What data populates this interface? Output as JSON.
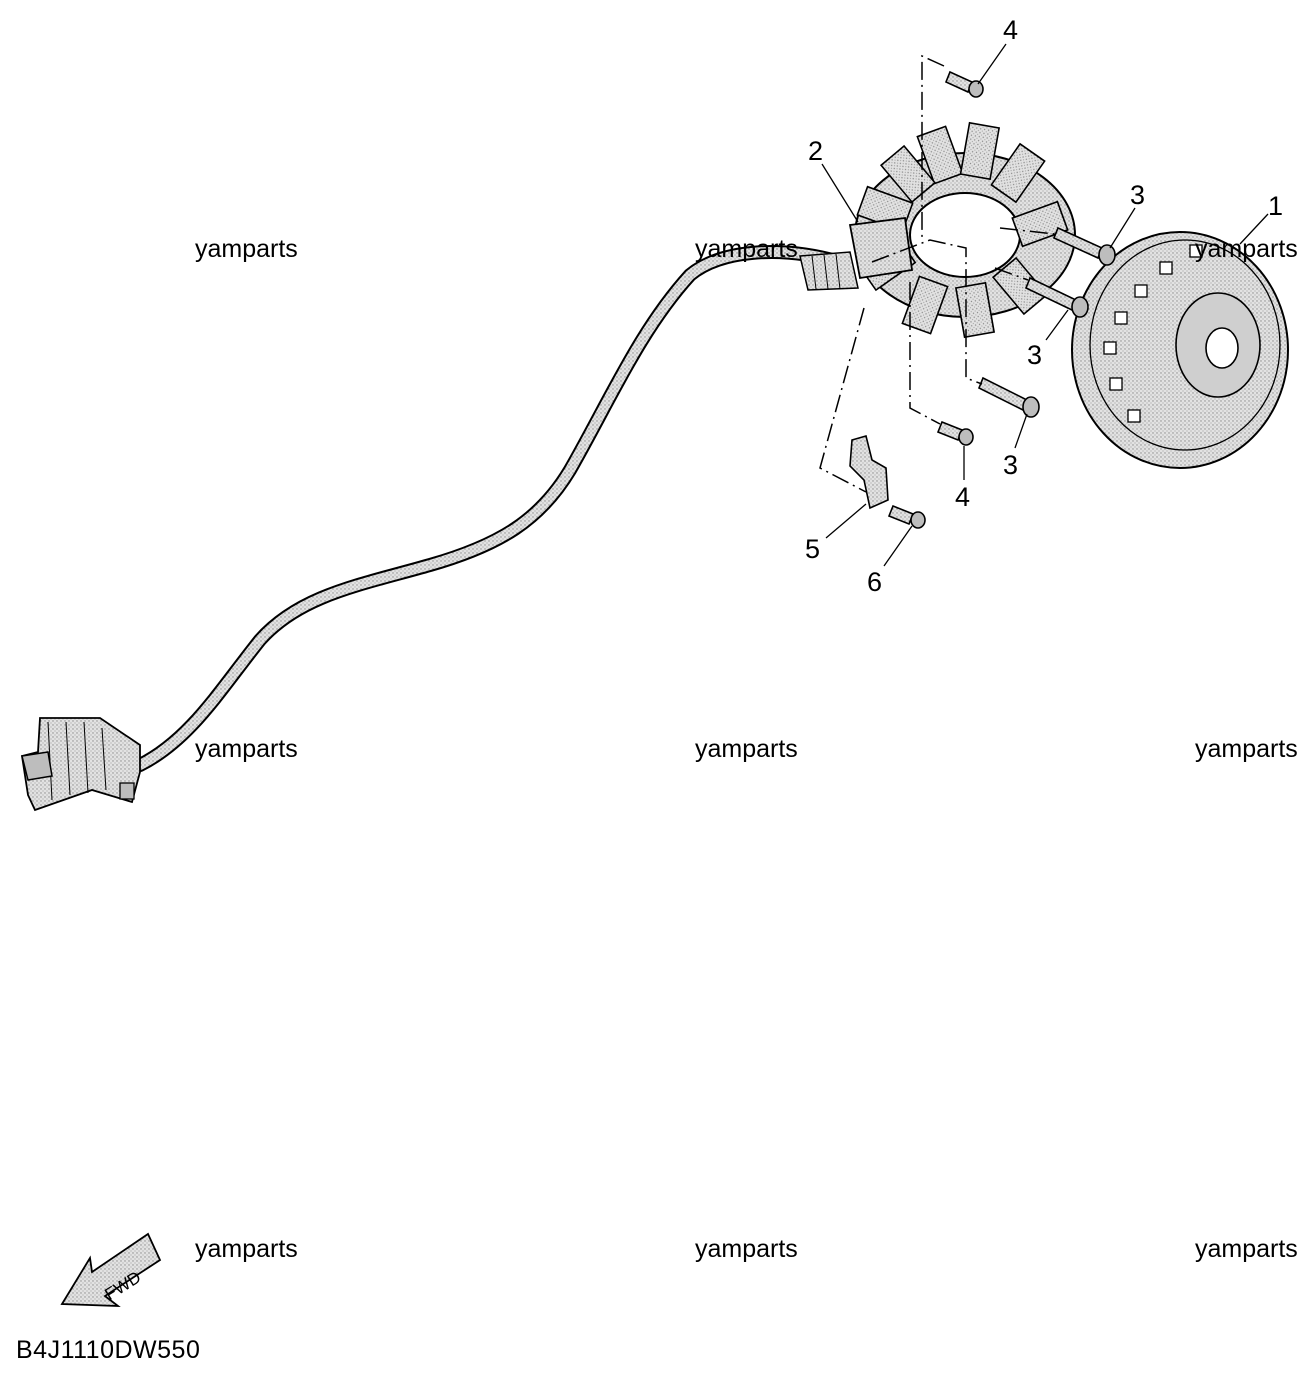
{
  "watermark": "yamparts",
  "callouts": {
    "c1": "1",
    "c2": "2",
    "c3a": "3",
    "c3b": "3",
    "c3c": "3",
    "c4a": "4",
    "c4b": "4",
    "c5": "5",
    "c6": "6"
  },
  "fwd_label": "FWD",
  "diagram_code": "B4J1110DW550",
  "colors": {
    "line": "#000000",
    "part_fill": "#d4d4d4",
    "part_shade": "#9a9a9a"
  },
  "icons": {
    "fwd": "fwd-arrow-icon"
  }
}
